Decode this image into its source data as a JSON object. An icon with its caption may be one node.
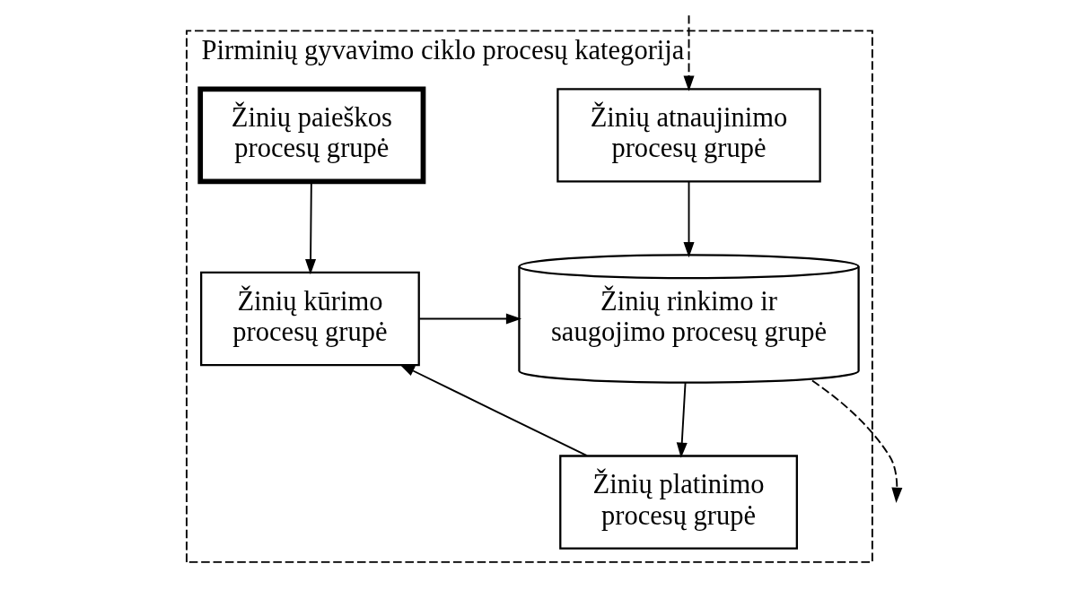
{
  "diagram": {
    "nodes": [
      {
        "text": [
          "Pirminių gyvavimo ciklo procesų kategorija"
        ]
      },
      {
        "text": [
          "Žinių paieškos procesų grupė"
        ],
        "in": 0
      },
      {
        "text": [
          "Žinių atnaujinimo procesų grupė"
        ],
        "in": 0
      },
      {
        "text": [
          "Žinių kūrimo procesų grupė"
        ],
        "in": 0
      },
      {
        "text": [
          "Žinių rinkimo ir saugojimo procesų grupė"
        ],
        "in": 0
      },
      {
        "text": [
          "Žinių platinimo procesų grupė"
        ],
        "in": 0
      }
    ],
    "edges": [
      {
        "from": 1,
        "to": 3,
        "arrow": "to"
      },
      {
        "from": 2,
        "to": 4,
        "arrow": "to"
      },
      {
        "from": 3,
        "to": 4,
        "arrow": "to"
      },
      {
        "from": 4,
        "to": 5,
        "arrow": "to"
      },
      {
        "from": 5,
        "to": 3,
        "arrow": "to"
      },
      {
        "from": null,
        "to": 2,
        "arrow": "to",
        "style": "dashed"
      },
      {
        "from": 4,
        "to": null,
        "arrow": "to",
        "style": "dashed"
      }
    ]
  }
}
